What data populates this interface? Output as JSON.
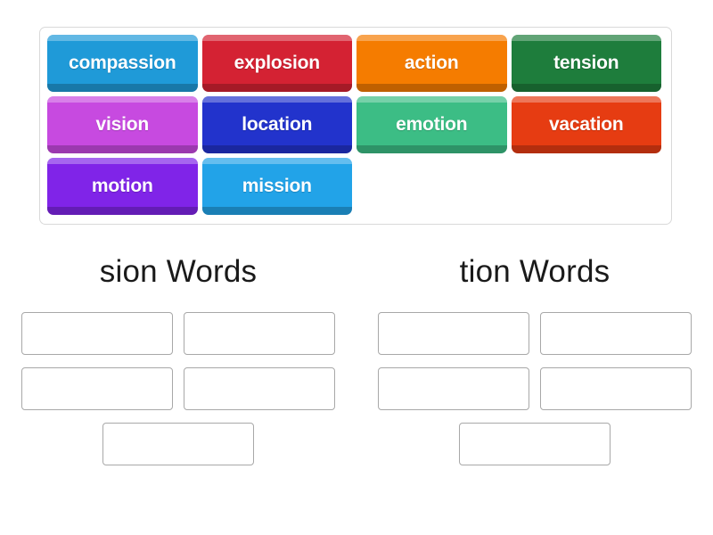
{
  "activity": {
    "type": "group-sort",
    "title_hidden": ""
  },
  "word_bank": {
    "name": "word-bank",
    "rows": [
      [
        {
          "label": "compassion",
          "color": "#1f9ad8",
          "group": "sion"
        },
        {
          "label": "explosion",
          "color": "#d42233",
          "group": "sion"
        },
        {
          "label": "action",
          "color": "#f57c00",
          "group": "tion"
        },
        {
          "label": "tension",
          "color": "#1e7d3c",
          "group": "sion"
        }
      ],
      [
        {
          "label": "vision",
          "color": "#c74ae0",
          "group": "sion"
        },
        {
          "label": "location",
          "color": "#2233cc",
          "group": "tion"
        },
        {
          "label": "emotion",
          "color": "#3cbd85",
          "group": "tion"
        },
        {
          "label": "vacation",
          "color": "#e63c12",
          "group": "tion"
        }
      ],
      [
        {
          "label": "motion",
          "color": "#8024e8",
          "group": "tion"
        },
        {
          "label": "mission",
          "color": "#22a3e8",
          "group": "sion"
        },
        {
          "label": "",
          "color": "",
          "group": ""
        },
        {
          "label": "",
          "color": "",
          "group": ""
        }
      ]
    ]
  },
  "columns": [
    {
      "id": "sion",
      "title": "sion Words",
      "dropzones": [
        {
          "value": ""
        },
        {
          "value": ""
        },
        {
          "value": ""
        },
        {
          "value": ""
        },
        {
          "value": ""
        }
      ]
    },
    {
      "id": "tion",
      "title": "tion Words",
      "dropzones": [
        {
          "value": ""
        },
        {
          "value": ""
        },
        {
          "value": ""
        },
        {
          "value": ""
        },
        {
          "value": ""
        }
      ]
    }
  ],
  "colors": {
    "page_background": "#ffffff",
    "bank_border": "#d9d9d9",
    "dropzone_border": "#a8a8a8",
    "title_text": "#1a1a1a",
    "tile_text": "#ffffff"
  }
}
